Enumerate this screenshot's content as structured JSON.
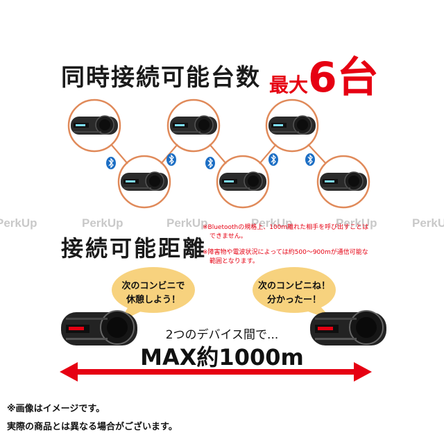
{
  "title_simultaneous": "同時接続可能台数",
  "max_badge": {
    "prefix": "最大",
    "value": "6台"
  },
  "watermark_text": "PerkUp",
  "title_distance": "接続可能距離",
  "notes": [
    "※Bluetoothの規格上、100m離れた相手を呼び出すことは",
    "できません。",
    "※障害物や電波状況によっては約500～900mが通信可能な",
    "範囲となります。"
  ],
  "bubble_left": [
    "次のコンビニで",
    "休憩しよう！"
  ],
  "bubble_right": [
    "次のコンビニね！",
    "分かったー！"
  ],
  "distance_caption": "2つのデバイス間で...",
  "distance_value": "MAX約1000m",
  "footer": [
    "※画像はイメージです。",
    "実際の商品とは異なる場合がございます。"
  ],
  "colors": {
    "accent_red": "#e60012",
    "ring_orange": "#e08a5a",
    "bluetooth_blue": "#1c6ec4"
  }
}
